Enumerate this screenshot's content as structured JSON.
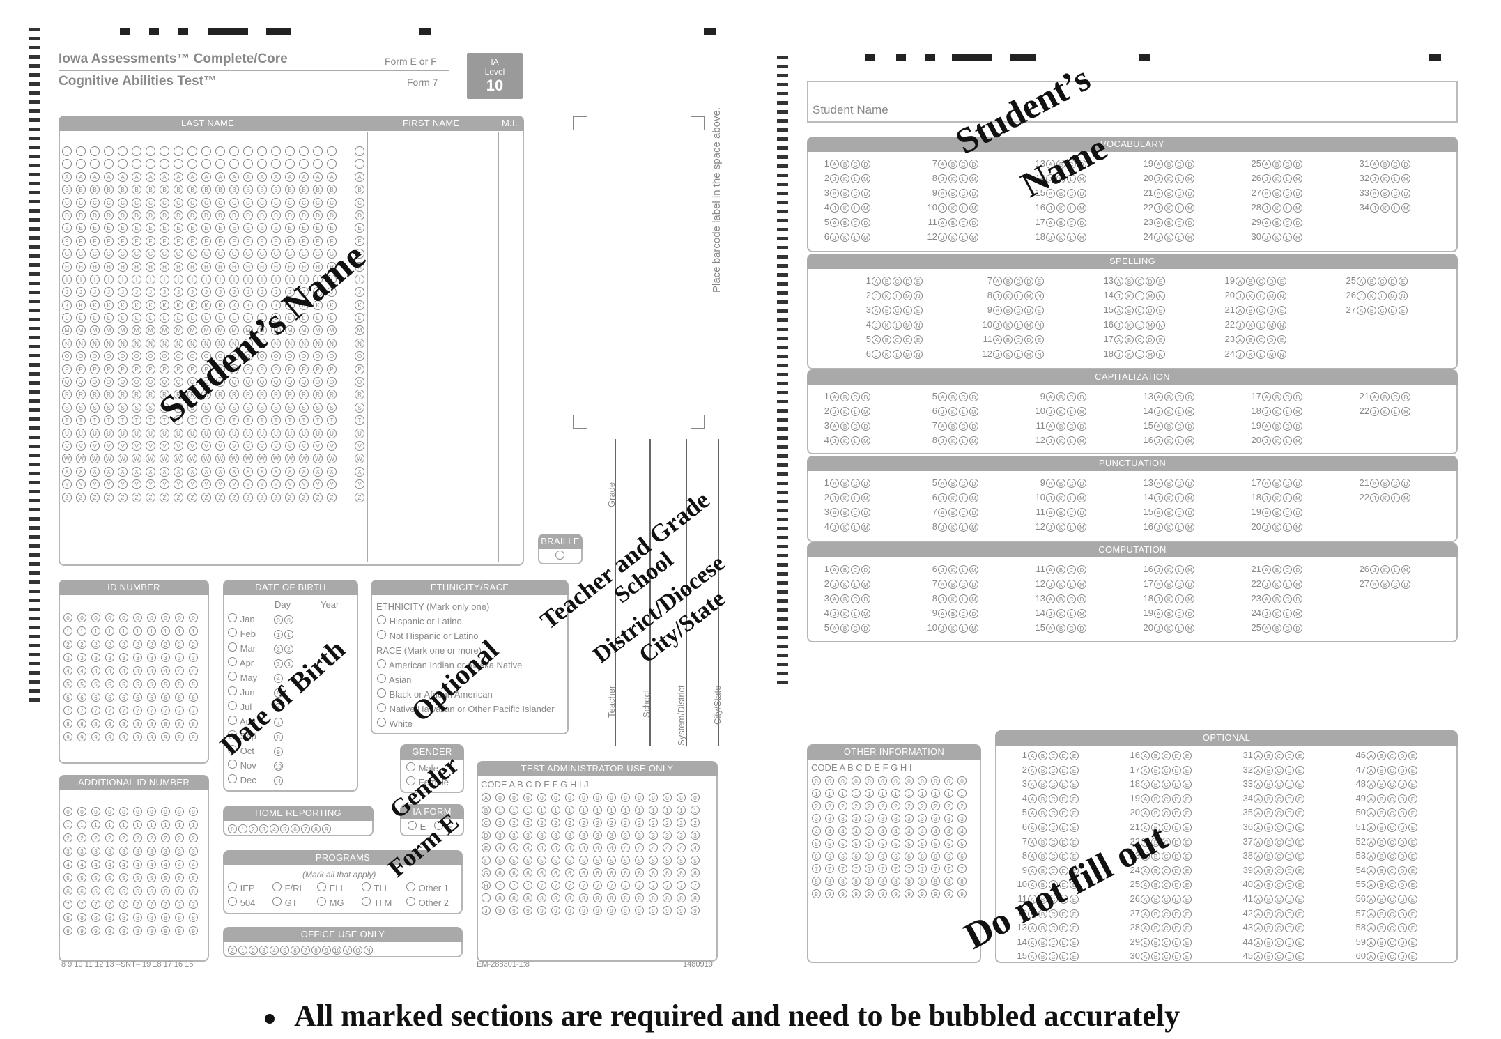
{
  "header": {
    "title1": "Iowa Assessments™ Complete/Core",
    "title2": "Cognitive Abilities Test™",
    "form1": "Form E or F",
    "form2": "Form 7",
    "ia": "IA",
    "level_word": "Level",
    "level_num": "10"
  },
  "left": {
    "last_name": "LAST NAME",
    "first_name": "FIRST NAME",
    "mi": "M.I.",
    "barcode": "Place barcode label in the space above.",
    "braille": "BRAILLE",
    "id_number": "ID NUMBER",
    "dob": "DATE OF BIRTH",
    "day": "Day",
    "year": "Year",
    "months": [
      "Jan",
      "Feb",
      "Mar",
      "Apr",
      "May",
      "Jun",
      "Jul",
      "Aug",
      "Sep",
      "Oct",
      "Nov",
      "Dec"
    ],
    "ethnicity_title": "ETHNICITY/RACE",
    "ethnicity_label": "ETHNICITY (Mark only one)",
    "ethnicity_opts": [
      "Hispanic or Latino",
      "Not Hispanic or Latino"
    ],
    "race_label": "RACE (Mark one or more)",
    "race_opts": [
      "American Indian or Alaska Native",
      "Asian",
      "Black or African American",
      "Native Hawaiian or Other Pacific Islander",
      "White"
    ],
    "gender": "GENDER",
    "gender_opts": [
      "Male",
      "Female"
    ],
    "ia_form": "IA FORM",
    "ia_form_opts": [
      "E",
      "F"
    ],
    "additional_id": "ADDITIONAL ID NUMBER",
    "home_reporting": "HOME REPORTING",
    "programs": "PROGRAMS",
    "programs_sub": "(Mark all that apply)",
    "programs_opts": [
      "IEP",
      "F/RL",
      "ELL",
      "TI L",
      "Other 1",
      "504",
      "GT",
      "MG",
      "TI M",
      "Other 2"
    ],
    "office_use": "OFFICE USE ONLY",
    "test_admin": "TEST ADMINISTRATOR USE ONLY",
    "code": "CODE",
    "ta_cols": [
      "A",
      "B",
      "C",
      "D",
      "E",
      "F",
      "G",
      "H",
      "I",
      "J"
    ],
    "vlabels": [
      "Grade",
      "Teacher",
      "School",
      "System/District",
      "City/State"
    ],
    "bottom_code": "8 9 10 11 12 13 –SNT– 19 18 17 16 15",
    "em_code": "EM-288301-1:8",
    "serial": "1480919"
  },
  "right": {
    "student_name_label": "Student Name",
    "sections": [
      "VOCABULARY",
      "SPELLING",
      "CAPITALIZATION",
      "PUNCTUATION",
      "COMPUTATION",
      "OPTIONAL"
    ],
    "other_info": "OTHER INFORMATION",
    "code": "CODE",
    "oi_cols": [
      "A",
      "B",
      "C",
      "D",
      "E",
      "F",
      "G",
      "H",
      "I"
    ]
  },
  "overlays": {
    "students_name_left": "Student’s Name",
    "students_right_1": "Student’s",
    "students_right_2": "Name",
    "dob": "Date of Birth",
    "optional": "Optional",
    "teacher_grade": "Teacher and Grade",
    "school": "School",
    "district": "District/Diocese",
    "city": "City/State",
    "gender": "Gender",
    "form_e": "Form E",
    "do_not": "Do not fill out"
  },
  "footer": {
    "text": "All marked sections are required and need to be bubbled accurately"
  }
}
